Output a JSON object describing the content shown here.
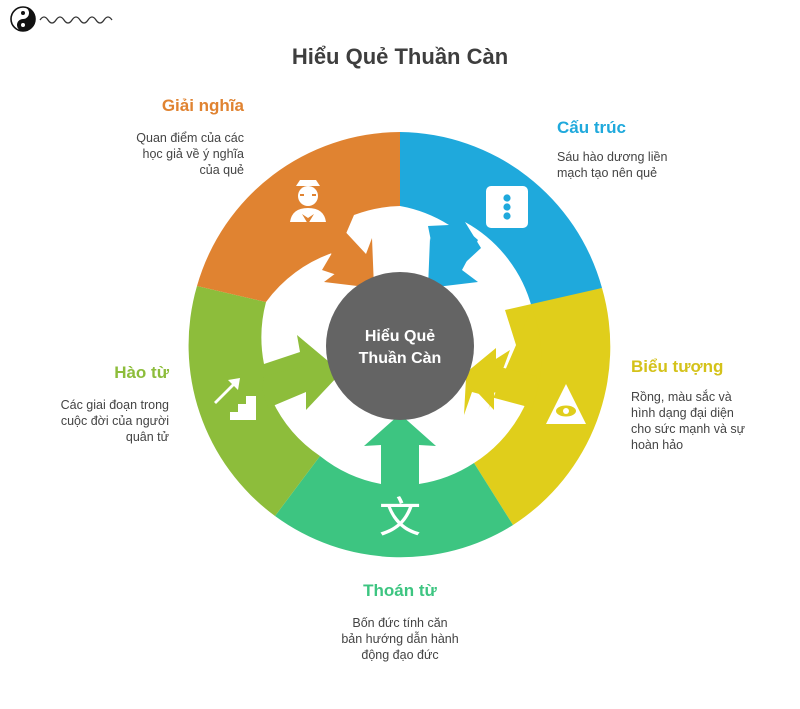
{
  "title": "Hiểu Quẻ Thuần Càn",
  "center": {
    "line1": "Hiểu Quẻ",
    "line2": "Thuần Càn"
  },
  "colors": {
    "orange": "#E08331",
    "blue": "#1FA9DC",
    "yellow": "#E0CE1B",
    "green_teal": "#3DC581",
    "green_lime": "#8DBD3B",
    "center": "#646464"
  },
  "sections": {
    "giai_nghia": {
      "title": "Giải nghĩa",
      "desc": [
        "Quan điểm của các",
        "học giả về ý nghĩa",
        "của quẻ"
      ],
      "icon": "scholar-icon",
      "color": "#E08331"
    },
    "cau_truc": {
      "title": "Cấu trúc",
      "desc": [
        "Sáu hào dương liền",
        "mạch tạo nên quẻ"
      ],
      "icon": "vertical-dots-icon",
      "color": "#1FA9DC"
    },
    "bieu_tuong": {
      "title": "Biểu tượng",
      "desc": [
        "Rồng, màu sắc và",
        "hình dạng đại diện",
        "cho sức mạnh và sự",
        "hoàn hảo"
      ],
      "icon": "eye-triangle-icon",
      "color": "#E0CE1B"
    },
    "thoan_tu": {
      "title": "Thoán từ",
      "desc": [
        "Bốn đức tính căn",
        "bản hướng dẫn hành",
        "động đạo đức"
      ],
      "icon": "wen-character-icon",
      "glyph": "文",
      "color": "#3DC581"
    },
    "hao_tu": {
      "title": "Hào từ",
      "desc": [
        "Các giai đoạn trong",
        "cuộc đời của người",
        "quân tử"
      ],
      "icon": "stairs-arrow-icon",
      "color": "#8DBD3B"
    }
  }
}
